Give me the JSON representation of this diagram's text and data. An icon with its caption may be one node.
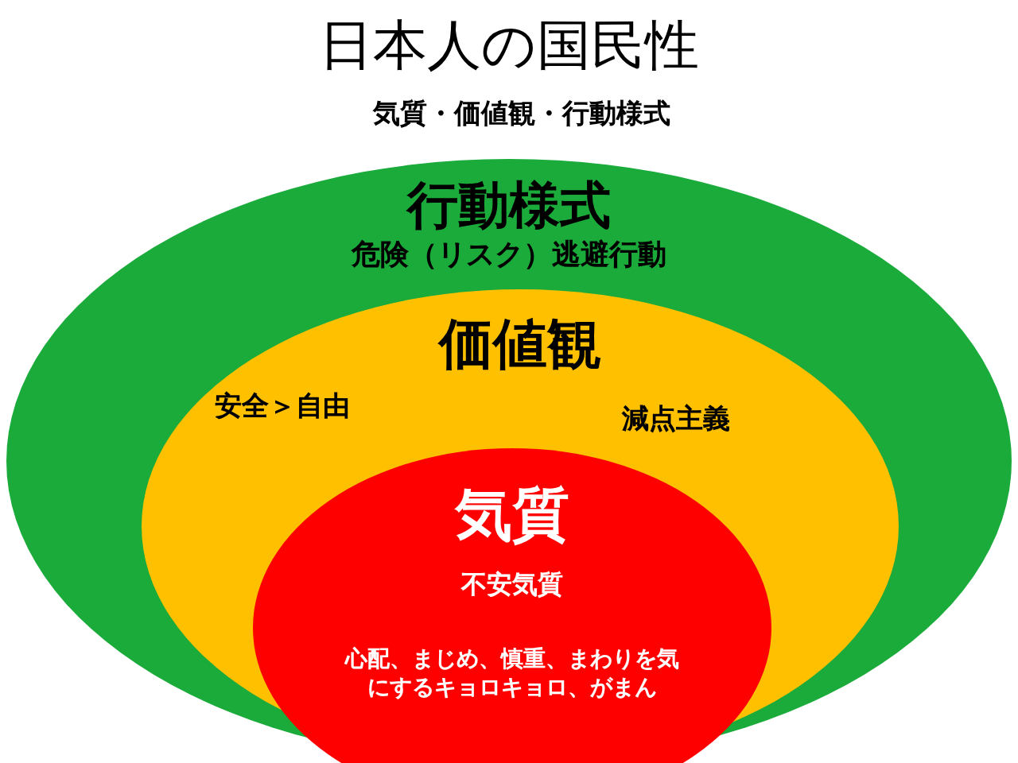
{
  "diagram": {
    "title": "日本人の国民性",
    "nodes": [
      {
        "text": [
          "行動様式",
          "危険（リスク）逃避行動"
        ]
      },
      {
        "text": [
          "価値観",
          "安全＞自由",
          "減点主義"
        ],
        "in": 0
      },
      {
        "text": [
          "気質",
          "不安気質",
          "心配、まじめ、慎重、まわりを気にするキョロキョロ、がまん"
        ],
        "in": 1
      }
    ],
    "labels": [
      "気質・価値観・行動様式"
    ]
  }
}
